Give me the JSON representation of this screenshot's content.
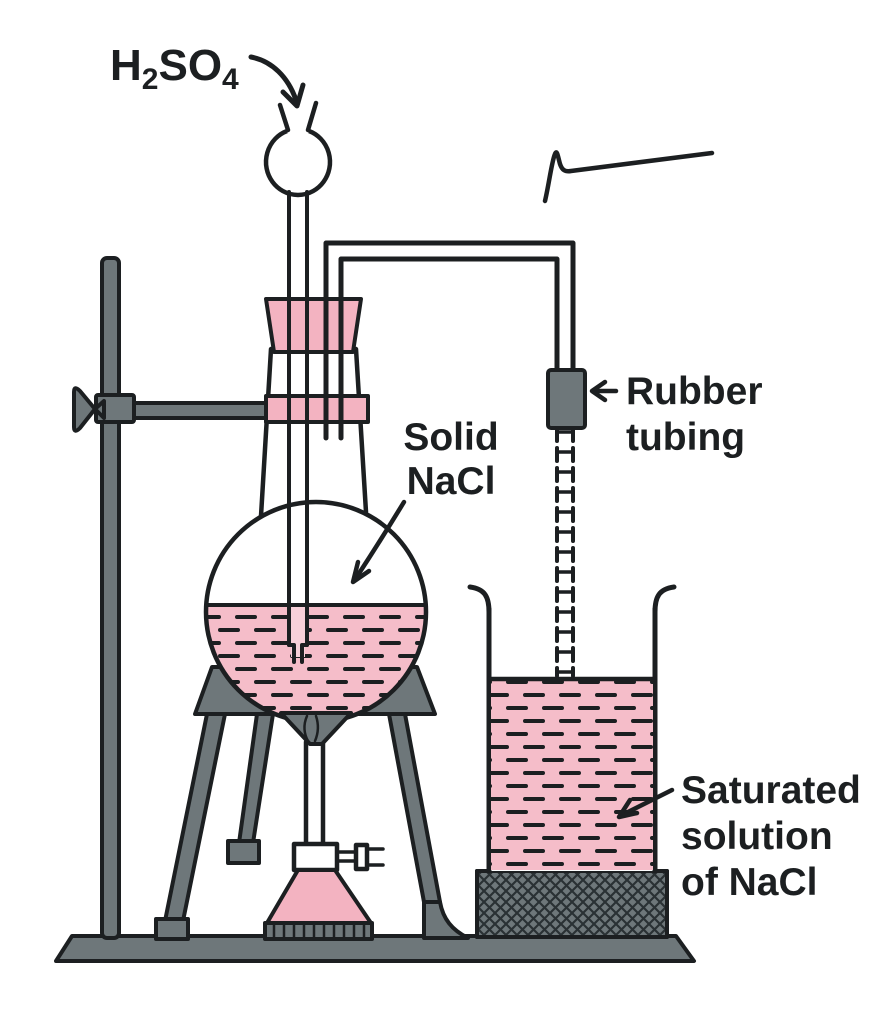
{
  "diagram": {
    "type": "chemistry-apparatus",
    "subject": "Laboratory preparation of gas from solid NaCl and H2SO4",
    "labels": {
      "acid_formula": {
        "base1": "H",
        "sub1": "2",
        "base2": "SO",
        "sub2": "4"
      },
      "flask_contents": {
        "line1": "Solid",
        "line2": "NaCl"
      },
      "tubing": {
        "line1": "Rubber",
        "line2": "tubing"
      },
      "beaker_contents": {
        "line1": "Saturated",
        "line2": "solution",
        "line3": "of NaCl"
      }
    },
    "parts": [
      "retort-stand",
      "clamp",
      "thistle-funnel",
      "rubber-stopper",
      "round-bottom-flask",
      "tripod",
      "bunsen-burner",
      "delivery-tube",
      "rubber-tubing-connector",
      "beaker",
      "wooden-block",
      "base-board"
    ]
  },
  "colors": {
    "pink": "#F3B3C1",
    "liquid": "#F5BDC9",
    "liquid_light": "#F8D0D9",
    "gray": "#6E777A",
    "outline": "#1C1F21",
    "hatch": "#2A3134",
    "background": "#FFFFFF"
  }
}
